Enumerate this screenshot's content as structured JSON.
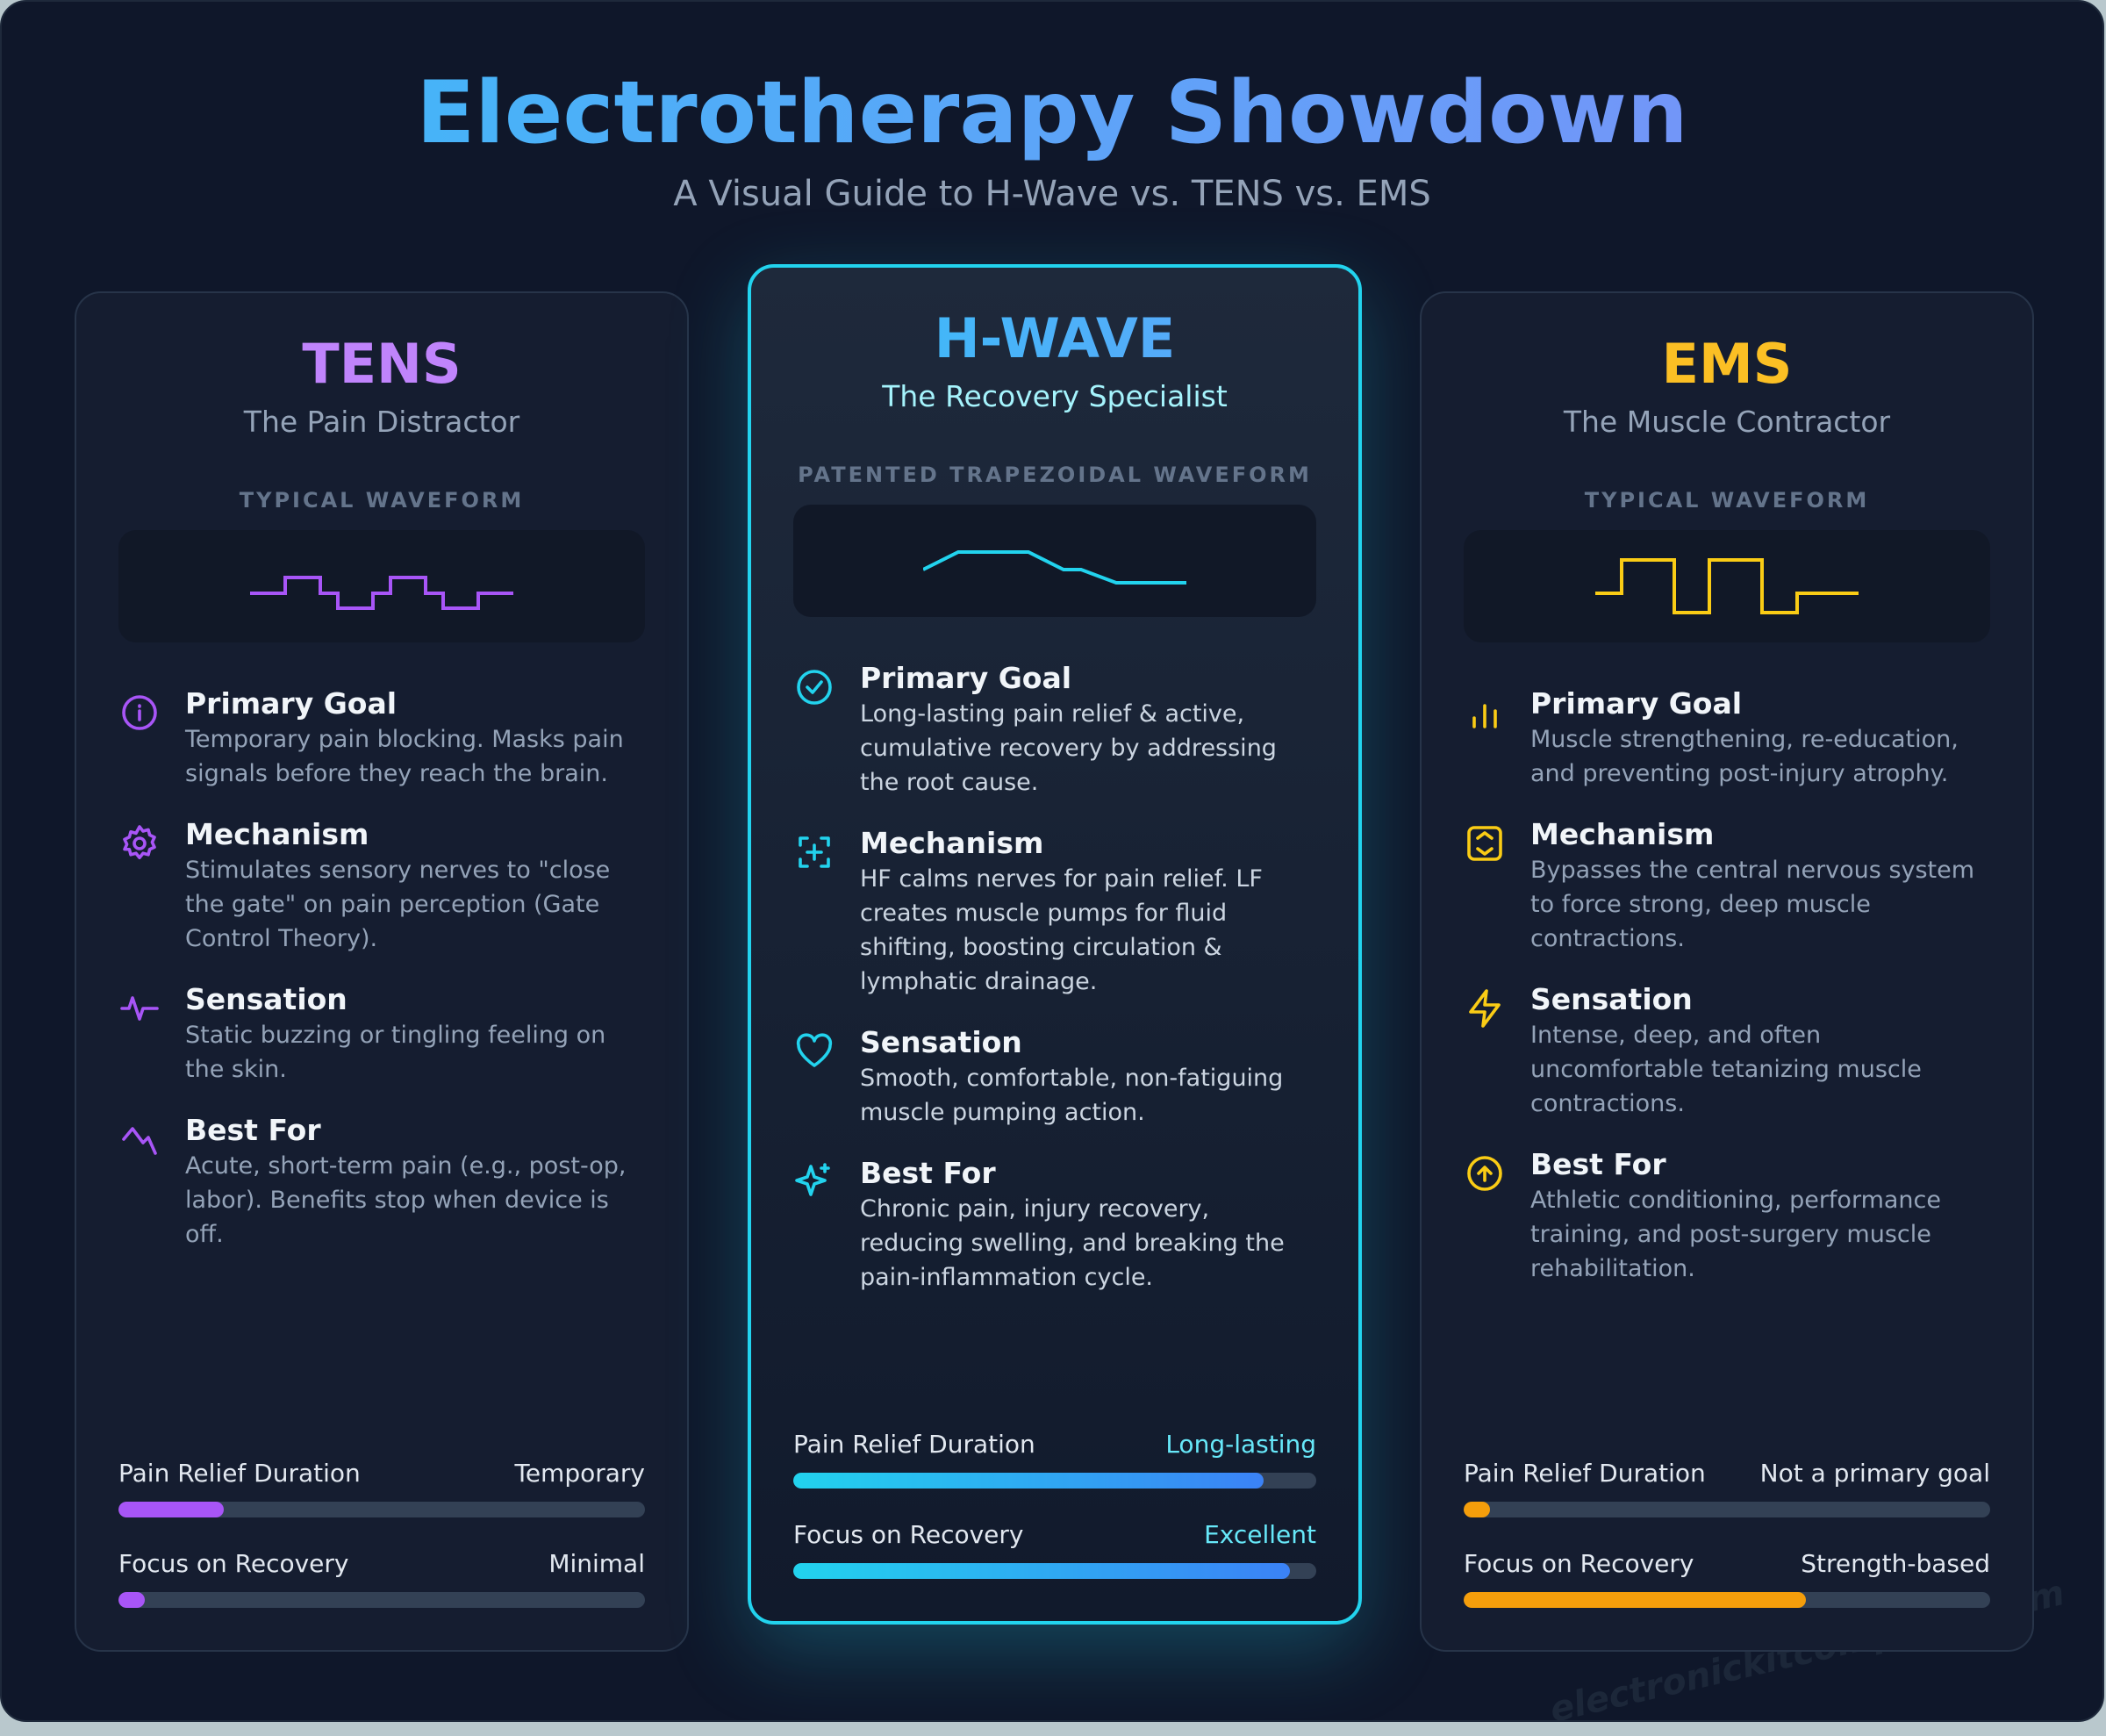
{
  "header": {
    "title": "Electrotherapy Showdown",
    "subtitle": "A Visual Guide to H-Wave vs. TENS vs. EMS"
  },
  "cards": [
    {
      "name": "TENS",
      "tagline": "The Pain Distractor",
      "waveform_label": "TYPICAL WAVEFORM",
      "color": "#c084fc",
      "wave_color": "#a855f7",
      "items": [
        {
          "icon": "info-circle-icon",
          "title": "Primary Goal",
          "body": "Temporary pain blocking. Masks pain signals before they reach the brain."
        },
        {
          "icon": "gear-icon",
          "title": "Mechanism",
          "body": "Stimulates sensory nerves to \"close the gate\" on pain perception (Gate Control Theory)."
        },
        {
          "icon": "pulse-icon",
          "title": "Sensation",
          "body": "Static buzzing or tingling feeling on the skin."
        },
        {
          "icon": "lightning-zigzag-icon",
          "title": "Best For",
          "body": "Acute, short-term pain (e.g., post-op, labor). Benefits stop when device is off."
        }
      ],
      "meters": [
        {
          "label": "Pain Relief Duration",
          "value": "Temporary",
          "level": 0.2
        },
        {
          "label": "Focus on Recovery",
          "value": "Minimal",
          "level": 0.05
        }
      ]
    },
    {
      "name": "H-WAVE",
      "tagline": "The Recovery Specialist",
      "waveform_label": "PATENTED TRAPEZOIDAL WAVEFORM",
      "color": "#38bdf8",
      "wave_color": "#22d3ee",
      "items": [
        {
          "icon": "check-circle-icon",
          "title": "Primary Goal",
          "body": "Long-lasting pain relief & active, cumulative recovery by addressing the root cause."
        },
        {
          "icon": "plus-focus-icon",
          "title": "Mechanism",
          "body": "HF calms nerves for pain relief. LF creates muscle pumps for fluid shifting, boosting circulation & lymphatic drainage."
        },
        {
          "icon": "heart-icon",
          "title": "Sensation",
          "body": "Smooth, comfortable, non-fatiguing muscle pumping action."
        },
        {
          "icon": "sparkles-icon",
          "title": "Best For",
          "body": "Chronic pain, injury recovery, reducing swelling, and breaking the pain-inflammation cycle."
        }
      ],
      "meters": [
        {
          "label": "Pain Relief Duration",
          "value": "Long-lasting",
          "level": 0.9
        },
        {
          "label": "Focus on Recovery",
          "value": "Excellent",
          "level": 0.95
        }
      ]
    },
    {
      "name": "EMS",
      "tagline": "The Muscle Contractor",
      "waveform_label": "TYPICAL WAVEFORM",
      "color": "#fbbf24",
      "wave_color": "#facc15",
      "items": [
        {
          "icon": "bar-chart-icon",
          "title": "Primary Goal",
          "body": "Muscle strengthening, re-education, and preventing post-injury atrophy."
        },
        {
          "icon": "expand-vertical-icon",
          "title": "Mechanism",
          "body": "Bypasses the central nervous system to force strong, deep muscle contractions."
        },
        {
          "icon": "bolt-icon",
          "title": "Sensation",
          "body": "Intense, deep, and often uncomfortable tetanizing muscle contractions."
        },
        {
          "icon": "arrow-up-circle-icon",
          "title": "Best For",
          "body": "Athletic conditioning, performance training, and post-surgery muscle rehabilitation."
        }
      ],
      "meters": [
        {
          "label": "Pain Relief Duration",
          "value": "Not a primary goal",
          "level": 0.05
        },
        {
          "label": "Focus on Recovery",
          "value": "Strength-based",
          "level": 0.65
        }
      ]
    }
  ],
  "watermark": "electronickitcomplete.com"
}
